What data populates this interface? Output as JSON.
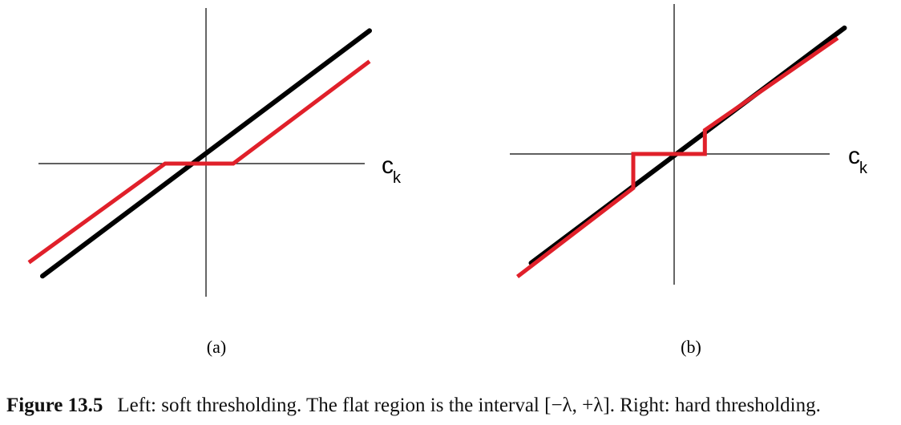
{
  "figure": {
    "panels": [
      {
        "id": "a",
        "label": "(a)",
        "axis_label": "c",
        "axis_subscript": "k"
      },
      {
        "id": "b",
        "label": "(b)",
        "axis_label": "c",
        "axis_subscript": "k"
      }
    ],
    "caption": {
      "label": "Figure 13.5",
      "text": "Left: soft thresholding. The flat region is the interval [−λ, +λ]. Right: hard thresholding."
    },
    "colors": {
      "identity": "#000000",
      "threshold": "#e0202a"
    }
  },
  "chart_data": [
    {
      "type": "line",
      "xlabel": "c_k",
      "grid": false,
      "series": [
        {
          "x": [
            -2.4,
            2.4
          ],
          "y": [
            -1.65,
            1.95
          ]
        },
        {
          "x": [
            -2.6,
            -0.6,
            0.4,
            2.4
          ],
          "y": [
            -1.45,
            0.0,
            0.0,
            1.5
          ]
        }
      ]
    },
    {
      "type": "line",
      "xlabel": "c_k",
      "grid": false,
      "series": [
        {
          "x": [
            -2.1,
            2.5
          ],
          "y": [
            -1.6,
            1.85
          ]
        },
        {
          "x": [
            -2.3,
            -0.6,
            -0.6,
            0.45,
            0.45,
            2.4
          ],
          "y": [
            -1.8,
            -0.5,
            0.0,
            0.0,
            0.35,
            1.7
          ]
        }
      ]
    }
  ]
}
